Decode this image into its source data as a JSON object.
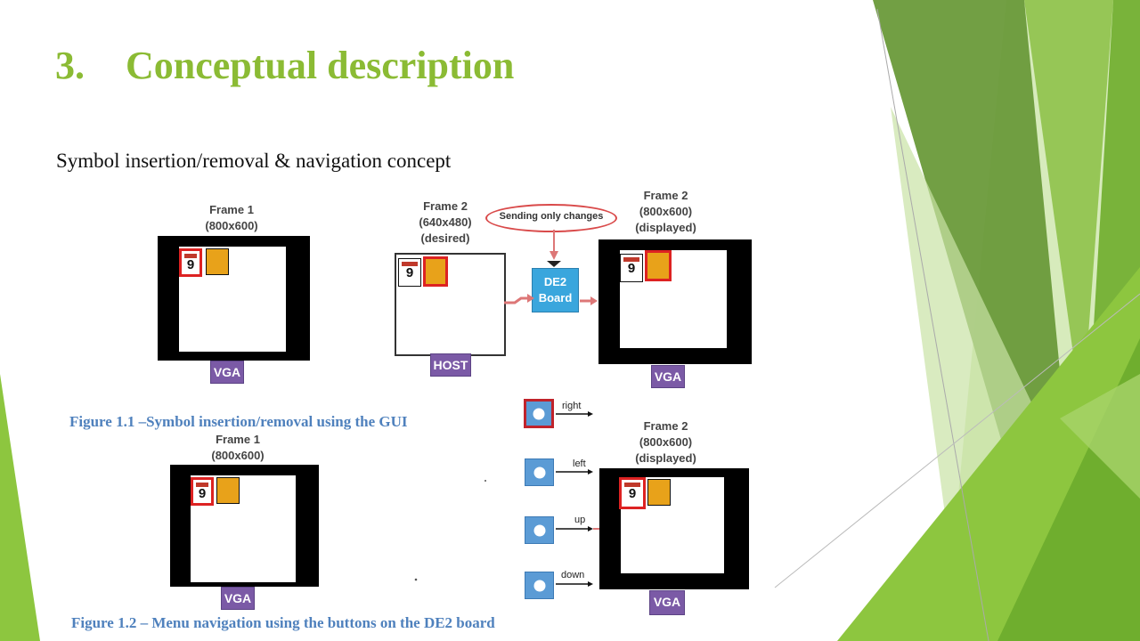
{
  "slide": {
    "title_number": "3.",
    "title": "Conceptual description",
    "subtitle": "Symbol insertion/removal & navigation concept"
  },
  "figure1": {
    "frame1_label_line1": "Frame 1",
    "frame1_label_line2": "(800x600)",
    "frame2_host_line1": "Frame 2",
    "frame2_host_line2": "(640x480)",
    "frame2_host_line3": "(desired)",
    "sending_note": "Sending only changes",
    "de2_line1": "DE2",
    "de2_line2": "Board",
    "frame2_disp_line1": "Frame 2",
    "frame2_disp_line2": "(800x600)",
    "frame2_disp_line3": "(displayed)",
    "vga_label": "VGA",
    "host_label": "HOST",
    "caption": "Figure 1.1 –Symbol insertion/removal using the GUI"
  },
  "figure2": {
    "frame1_label_line1": "Frame 1",
    "frame1_label_line2": "(800x600)",
    "frame2_label_line1": "Frame 2",
    "frame2_label_line2": "(800x600)",
    "frame2_label_line3": "(displayed)",
    "vga_label": "VGA",
    "buttons": [
      "right",
      "left",
      "up",
      "down"
    ],
    "caption": "Figure 1.2 – Menu navigation using the buttons on the DE2 board"
  },
  "icons": {
    "calendar_day": "9"
  },
  "colors": {
    "title_green": "#8bbb34",
    "caption_blue": "#4f81bd",
    "selection_red": "#d22222",
    "vga_purple": "#7b5aa6",
    "de2_blue": "#3aa6dd",
    "button_blue": "#5b9bd5"
  }
}
